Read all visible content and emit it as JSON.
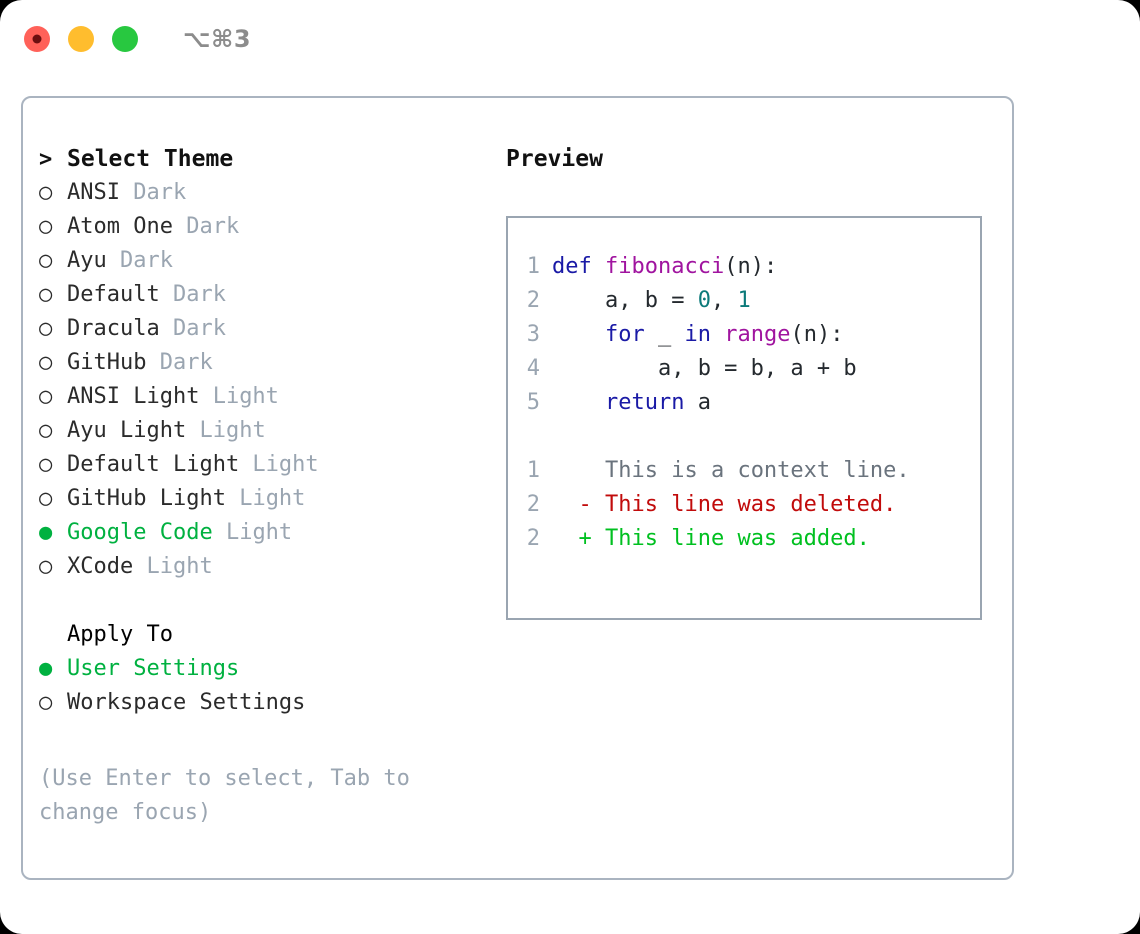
{
  "titlebar": {
    "shortcut": "⌥⌘3",
    "buttons": [
      {
        "name": "close",
        "color": "#ff6159"
      },
      {
        "name": "minimize",
        "color": "#ffbd2e"
      },
      {
        "name": "zoom",
        "color": "#28c840"
      }
    ]
  },
  "colors": {
    "selected_green": "#00b140",
    "muted": "#9aa5b1",
    "text": "#2b2b2b",
    "border": "#aab4c0",
    "keyword": "#1a1aa6",
    "function": "#a0149f",
    "number": "#0c7a7a",
    "diff_context": "#6a737d",
    "diff_deleted": "#c10b0b",
    "diff_added": "#00c020"
  },
  "theme_picker": {
    "heading": "Select Theme",
    "heading_marker": ">",
    "marker_unselected": "○",
    "marker_selected": "●",
    "items": [
      {
        "name": "ANSI",
        "category": "Dark",
        "selected": false
      },
      {
        "name": "Atom One",
        "category": "Dark",
        "selected": false
      },
      {
        "name": "Ayu",
        "category": "Dark",
        "selected": false
      },
      {
        "name": "Default",
        "category": "Dark",
        "selected": false
      },
      {
        "name": "Dracula",
        "category": "Dark",
        "selected": false
      },
      {
        "name": "GitHub",
        "category": "Dark",
        "selected": false
      },
      {
        "name": "ANSI Light",
        "category": "Light",
        "selected": false
      },
      {
        "name": "Ayu Light",
        "category": "Light",
        "selected": false
      },
      {
        "name": "Default Light",
        "category": "Light",
        "selected": false
      },
      {
        "name": "GitHub Light",
        "category": "Light",
        "selected": false
      },
      {
        "name": "Google Code",
        "category": "Light",
        "selected": true
      },
      {
        "name": "XCode",
        "category": "Light",
        "selected": false
      }
    ]
  },
  "apply_to": {
    "heading": "Apply To",
    "items": [
      {
        "name": "User Settings",
        "selected": true
      },
      {
        "name": "Workspace Settings",
        "selected": false
      }
    ]
  },
  "hint": "(Use Enter to select, Tab to change focus)",
  "preview": {
    "title": "Preview",
    "code_lines": [
      {
        "no": "1",
        "tokens": [
          {
            "t": "def ",
            "c": "kw"
          },
          {
            "t": "fibonacci",
            "c": "fn"
          },
          {
            "t": "(n):",
            "c": "pun"
          }
        ]
      },
      {
        "no": "2",
        "tokens": [
          {
            "t": "    a, b = ",
            "c": "var"
          },
          {
            "t": "0",
            "c": "num"
          },
          {
            "t": ", ",
            "c": "pun"
          },
          {
            "t": "1",
            "c": "num"
          }
        ]
      },
      {
        "no": "3",
        "tokens": [
          {
            "t": "    for ",
            "c": "kw"
          },
          {
            "t": "_ ",
            "c": "var"
          },
          {
            "t": "in ",
            "c": "kw"
          },
          {
            "t": "range",
            "c": "fn"
          },
          {
            "t": "(n):",
            "c": "pun"
          }
        ]
      },
      {
        "no": "4",
        "tokens": [
          {
            "t": "        a, b = b, a + b",
            "c": "var"
          }
        ]
      },
      {
        "no": "5",
        "tokens": [
          {
            "t": "    return ",
            "c": "kw"
          },
          {
            "t": "a",
            "c": "var"
          }
        ]
      }
    ],
    "diff_lines": [
      {
        "no": "1",
        "sign": " ",
        "text": " This is a context line.",
        "kind": "diff-ctx"
      },
      {
        "no": "2",
        "sign": "-",
        "text": " This line was deleted.",
        "kind": "diff-del"
      },
      {
        "no": "2",
        "sign": "+",
        "text": " This line was added.",
        "kind": "diff-add"
      }
    ]
  }
}
